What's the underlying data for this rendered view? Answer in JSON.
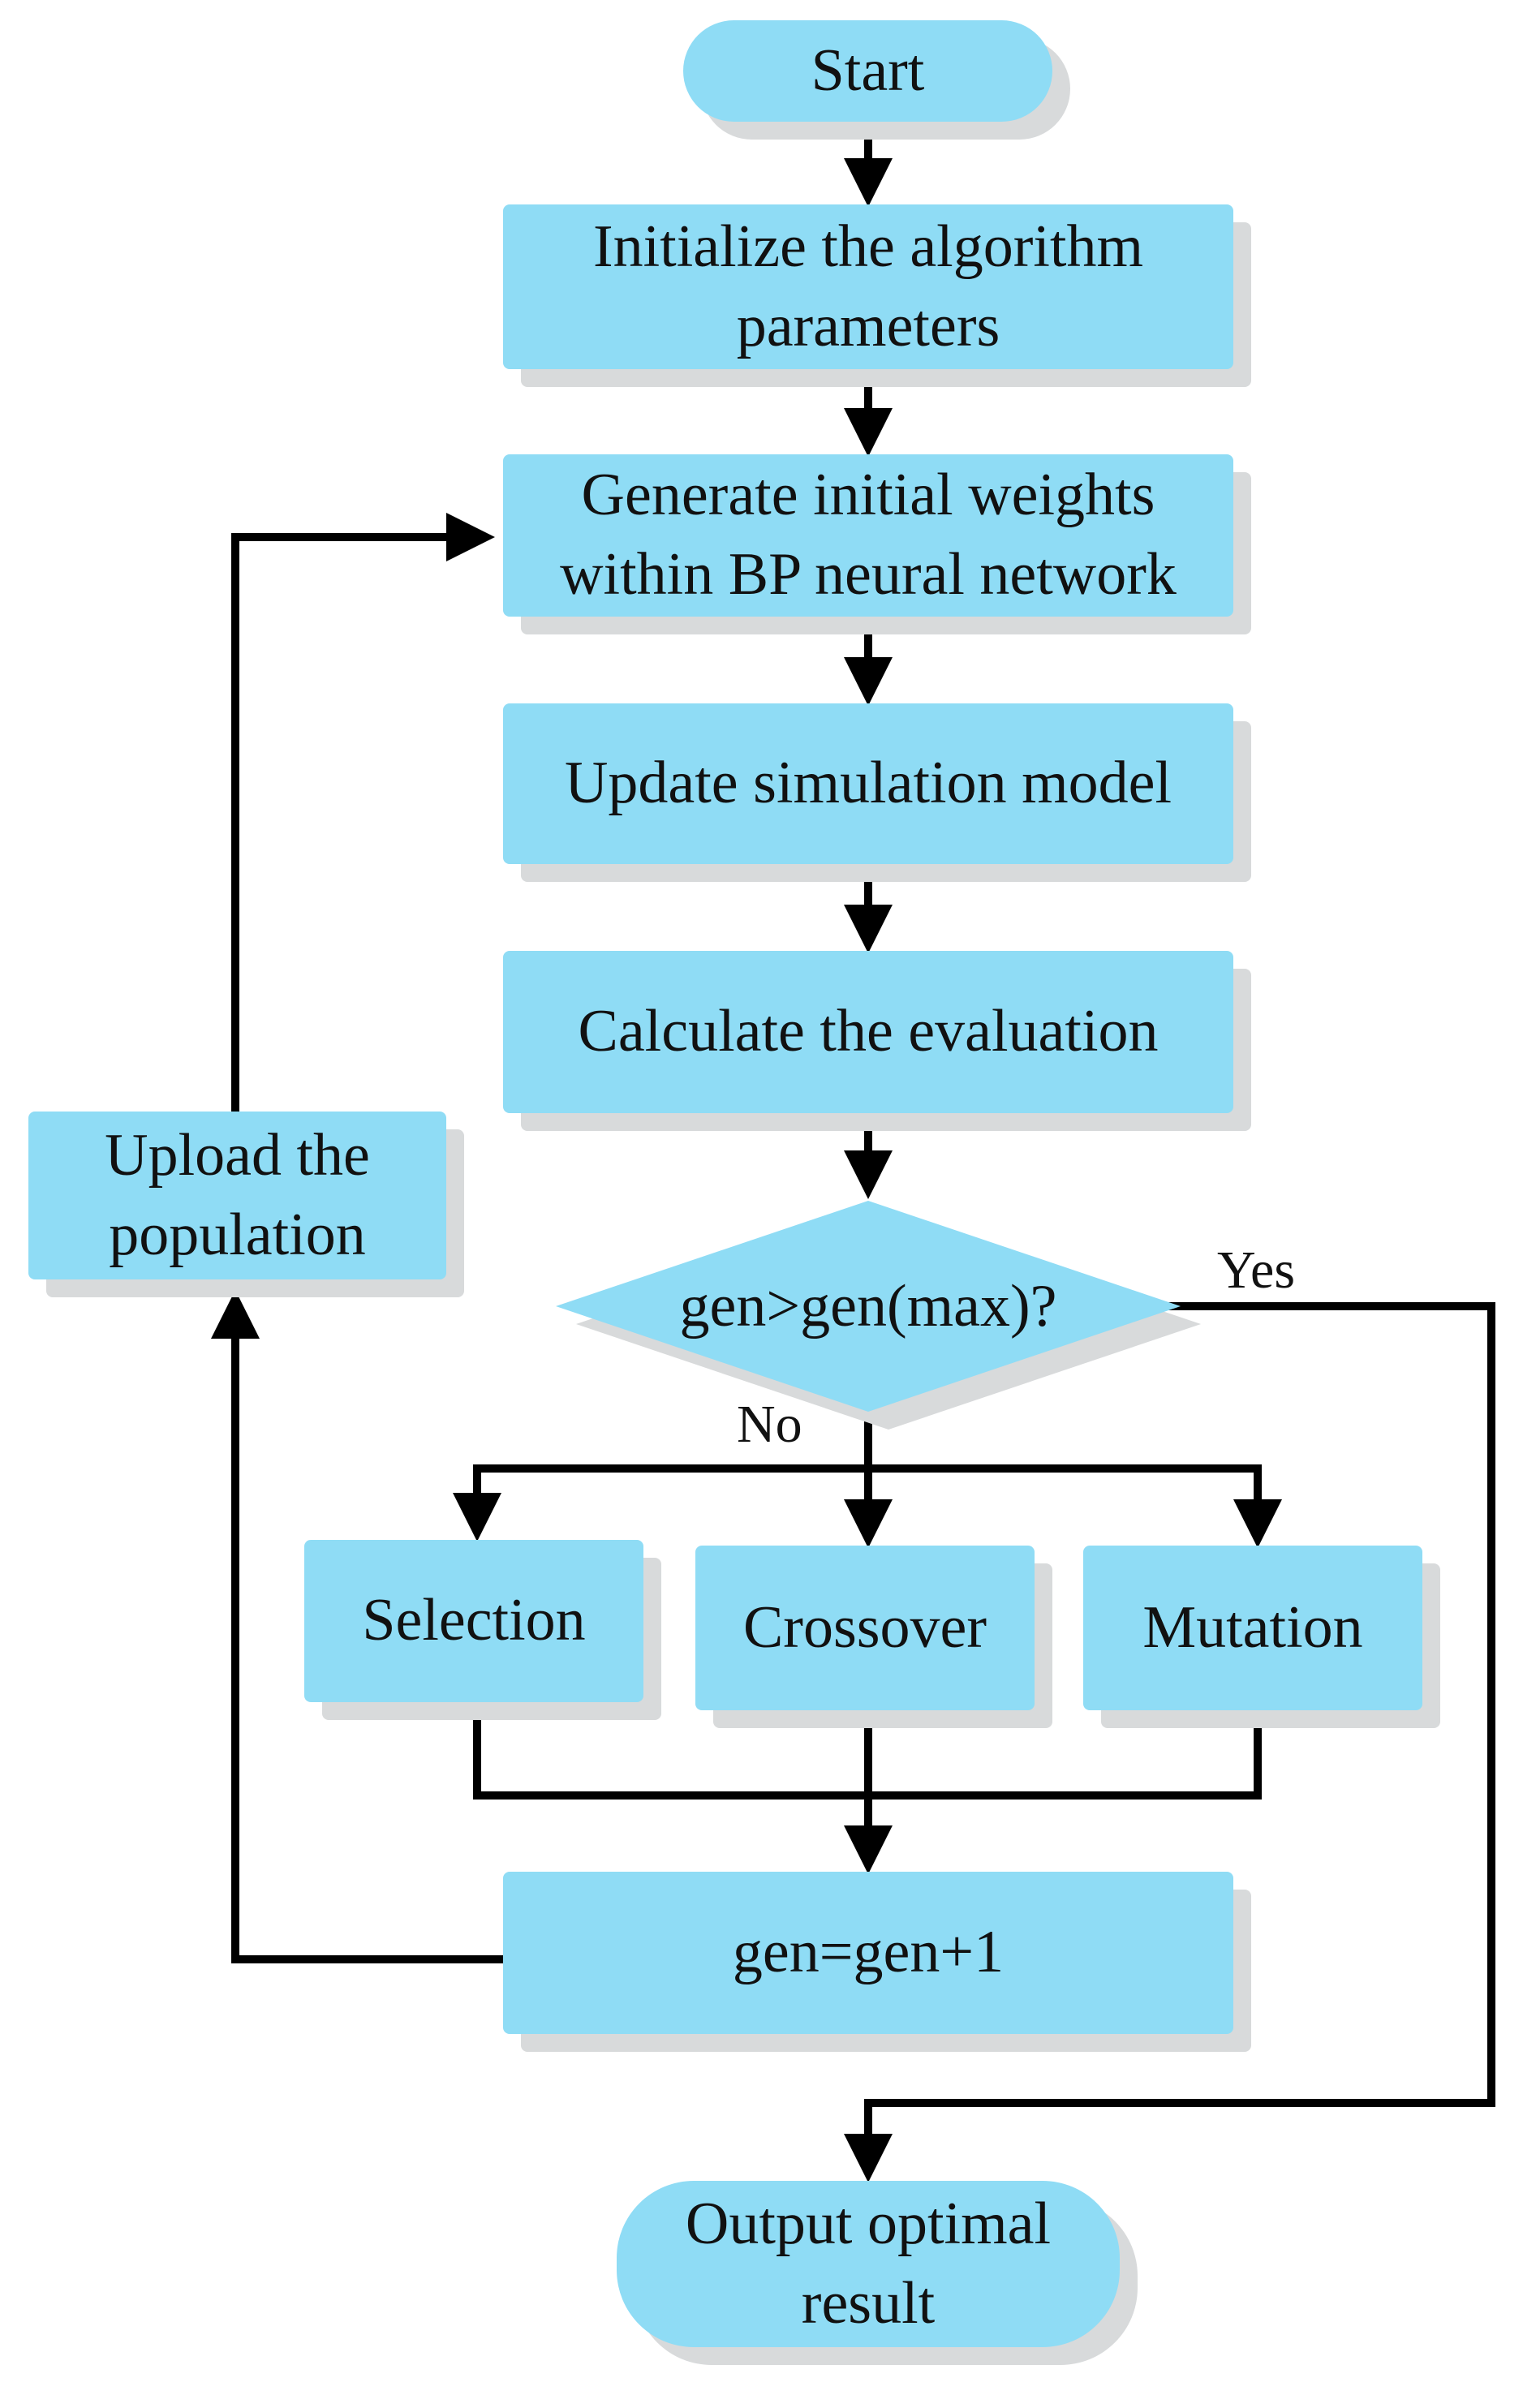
{
  "nodes": {
    "start": "Start",
    "init_line1": "Initialize the algorithm",
    "init_line2": "parameters",
    "generate_line1": "Generate initial weights",
    "generate_line2": "within BP neural network",
    "update": "Update simulation model",
    "calculate": "Calculate the evaluation",
    "decision": "gen>gen(max)?",
    "selection": "Selection",
    "crossover": "Crossover",
    "mutation": "Mutation",
    "increment": "gen=gen+1",
    "upload_line1": "Upload the",
    "upload_line2": "population",
    "output_line1": "Output optimal",
    "output_line2": "result"
  },
  "edge_labels": {
    "yes": "Yes",
    "no": "No"
  },
  "colors": {
    "node_fill": "#8fdcf5",
    "shadow": "#d8dadb",
    "line": "#000000"
  }
}
